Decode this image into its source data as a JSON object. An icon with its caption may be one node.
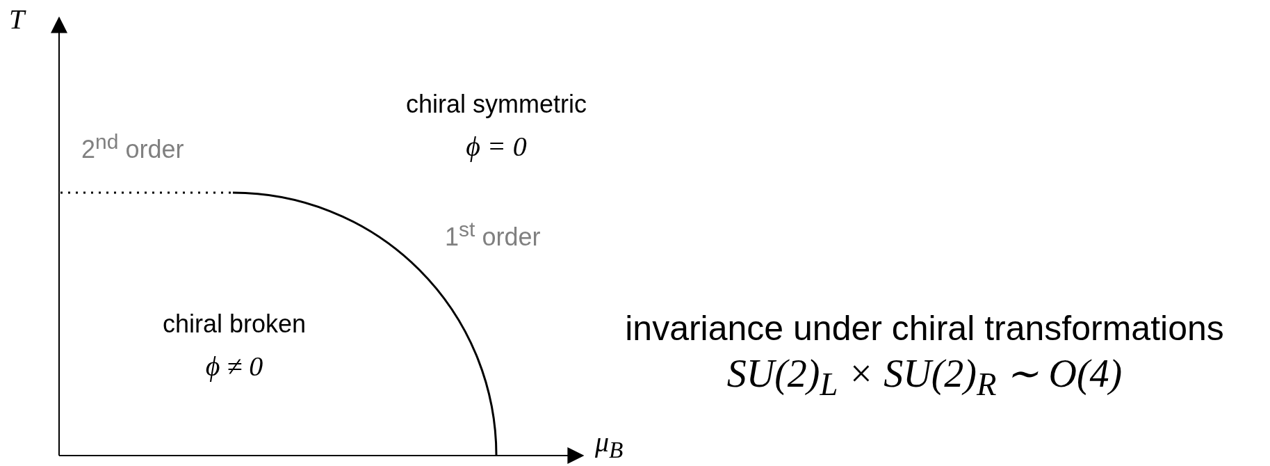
{
  "diagram": {
    "labels": [
      "T",
      "μ$_{B}$",
      "chiral symmetric",
      "ϕ = 0",
      "2$^{nd}$ order",
      "1$^{st}$ order",
      "chiral broken",
      "ϕ ≠ 0",
      "invariance under chiral transformations",
      "SU(2)$_{L}$ × SU(2)$_{R}$ ∼ O(4)"
    ]
  }
}
